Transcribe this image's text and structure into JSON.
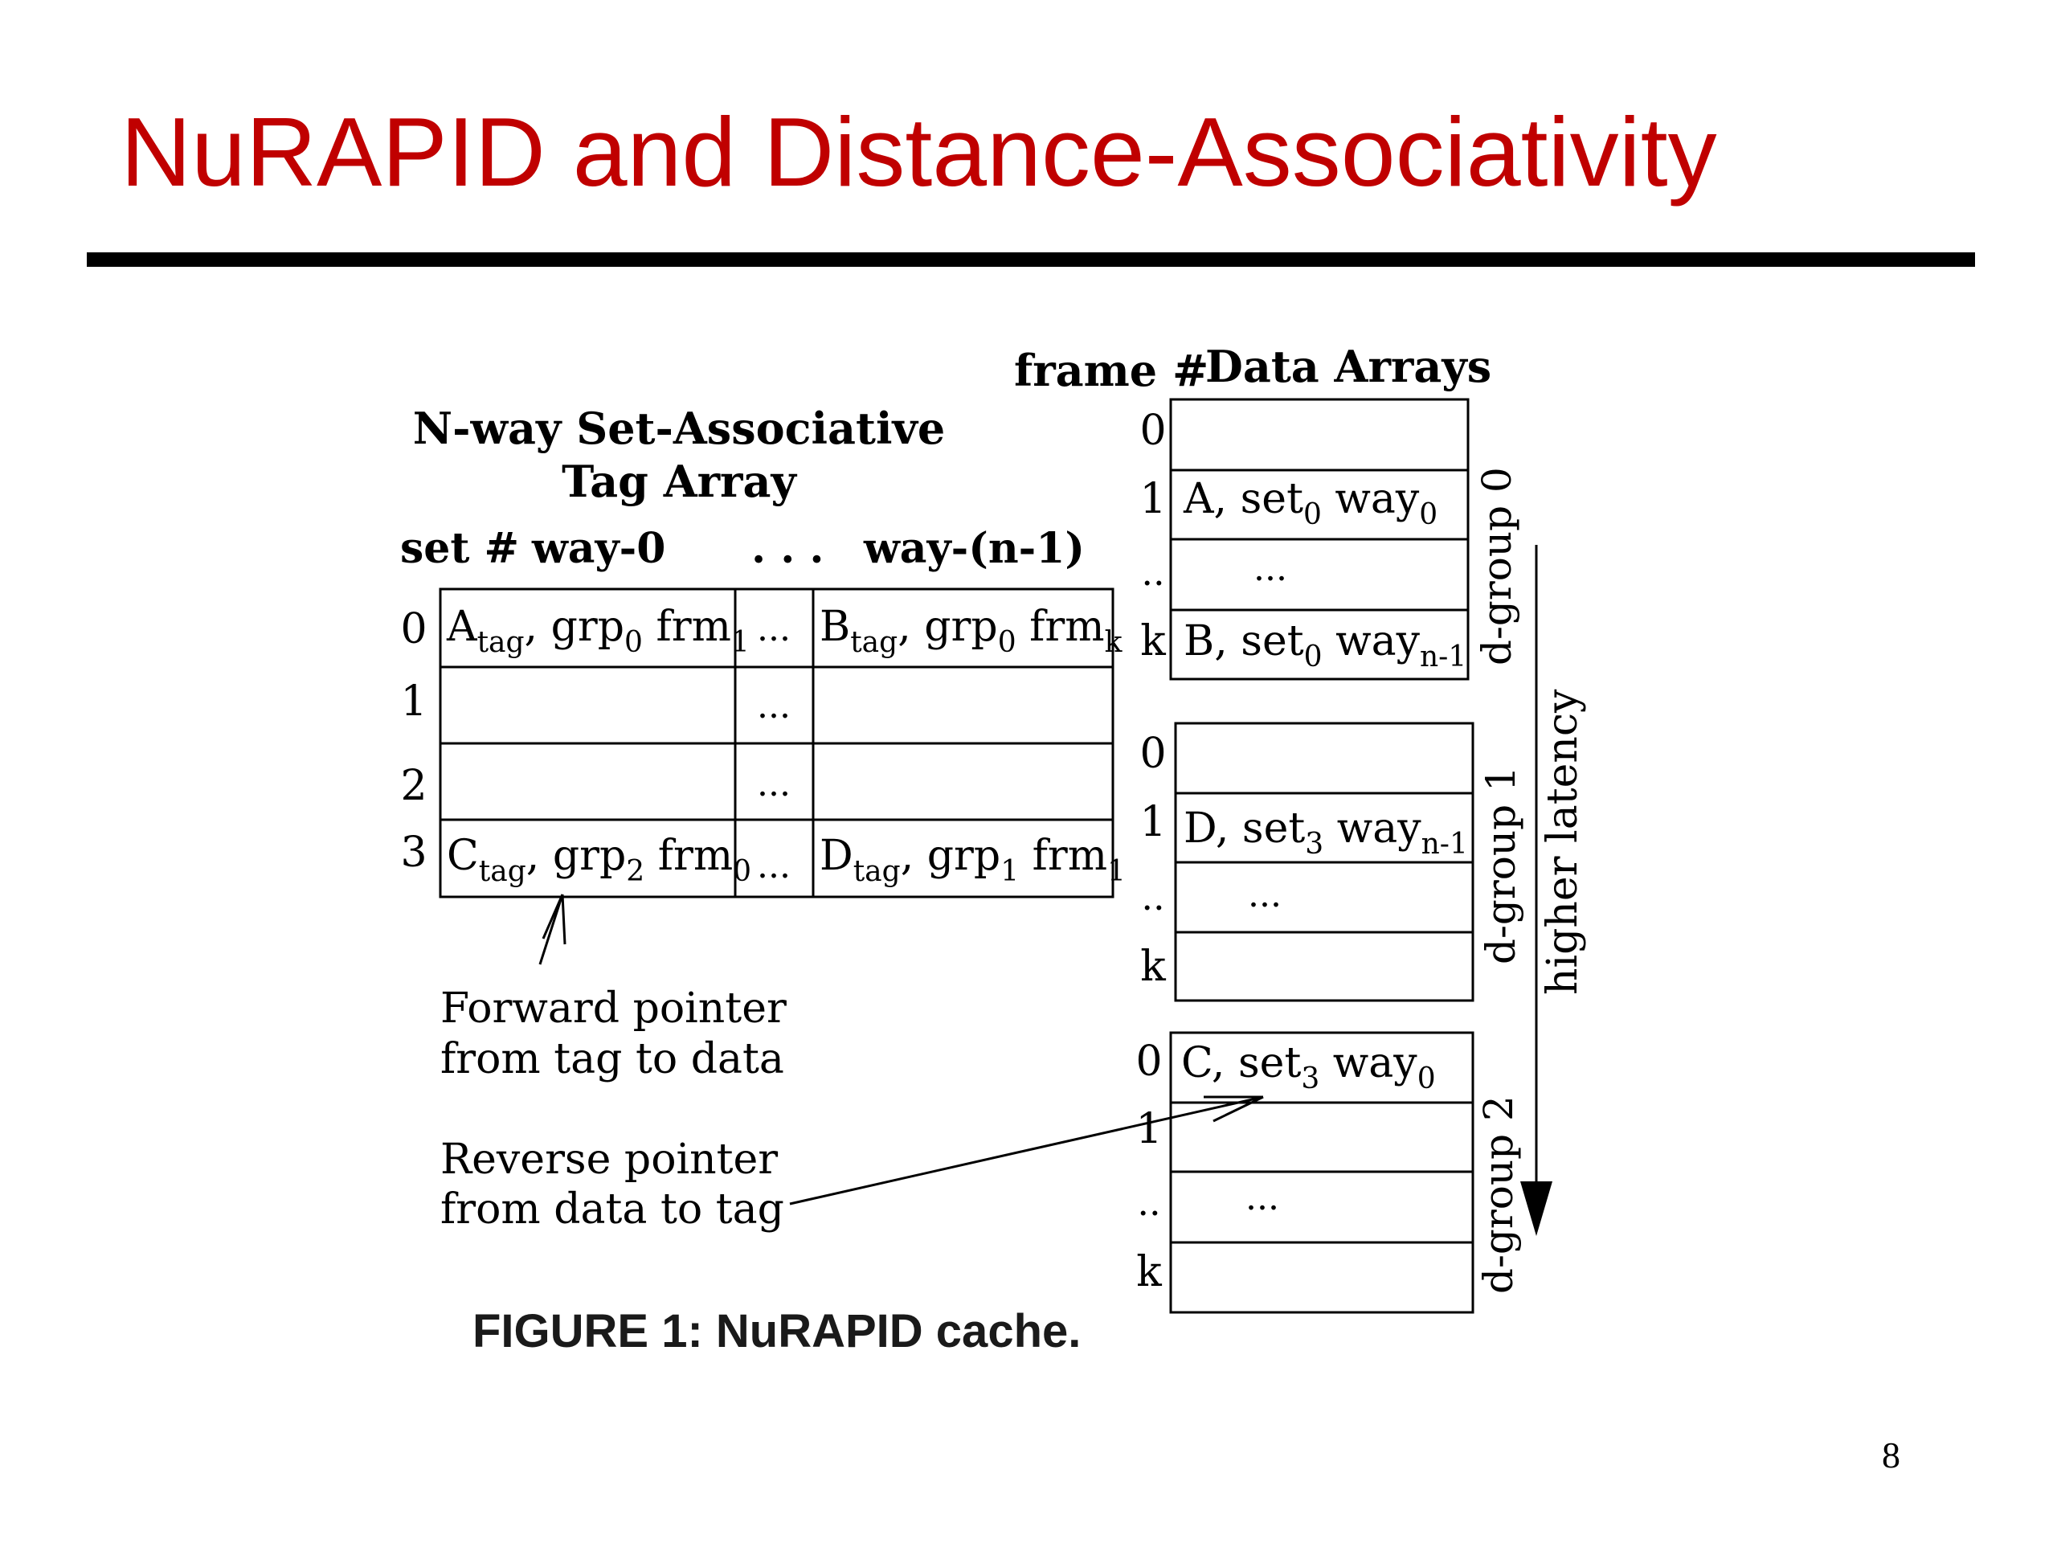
{
  "slide": {
    "title": "NuRAPID and Distance-Associativity",
    "caption": "FIGURE 1: NuRAPID cache.",
    "page_number": "8"
  },
  "tag_array": {
    "heading_line1": "N-way Set-Associative",
    "heading_line2": "Tag Array",
    "set_label": "set #",
    "way0_label": "way-0",
    "dots_label": ". . .",
    "wayn_label": "way-(n-1)",
    "ellipsis": "...",
    "rows": [
      {
        "set": "0"
      },
      {
        "set": "1"
      },
      {
        "set": "2"
      },
      {
        "set": "3"
      }
    ],
    "cells": {
      "r0_way0": {
        "base": "A",
        "sub1": "tag",
        "mid": ", grp",
        "sub2": "0",
        "mid2": " frm",
        "sub3": "1"
      },
      "r0_wayn": {
        "base": "B",
        "sub1": "tag",
        "mid": ", grp",
        "sub2": "0",
        "mid2": " frm",
        "sub3": "k"
      },
      "r3_way0": {
        "base": "C",
        "sub1": "tag",
        "mid": ", grp",
        "sub2": "2",
        "mid2": " frm",
        "sub3": "0"
      },
      "r3_wayn": {
        "base": "D",
        "sub1": "tag",
        "mid": ", grp",
        "sub2": "1",
        "mid2": " frm",
        "sub3": "1"
      }
    }
  },
  "data_arrays": {
    "frame_label": "frame #",
    "heading": "Data Arrays",
    "groups": [
      {
        "label": "d-group 0",
        "frames": [
          "0",
          "1",
          "..",
          "k"
        ],
        "entries": [
          {
            "text": ""
          },
          {
            "base": "A, set",
            "sub1": "0",
            "mid": " way",
            "sub2": "0"
          },
          {
            "text": "..."
          },
          {
            "base": "B, set",
            "sub1": "0",
            "mid": " way",
            "sub2": "n-1"
          }
        ]
      },
      {
        "label": "d-group 1",
        "frames": [
          "0",
          "1",
          "..",
          "k"
        ],
        "entries": [
          {
            "text": ""
          },
          {
            "base": "D, set",
            "sub1": "3",
            "mid": " way",
            "sub2": "n-1"
          },
          {
            "text": "..."
          },
          {
            "text": ""
          }
        ]
      },
      {
        "label": "d-group 2",
        "frames": [
          "0",
          "1",
          "..",
          "k"
        ],
        "entries": [
          {
            "base": "C, set",
            "sub1": "3",
            "mid": " way",
            "sub2": "0"
          },
          {
            "text": ""
          },
          {
            "text": "..."
          },
          {
            "text": ""
          }
        ]
      }
    ],
    "latency_label": "higher latency"
  },
  "annotations": {
    "forward_line1": "Forward pointer",
    "forward_line2": "from tag to data",
    "reverse_line1": "Reverse pointer",
    "reverse_line2": "from data to tag"
  }
}
